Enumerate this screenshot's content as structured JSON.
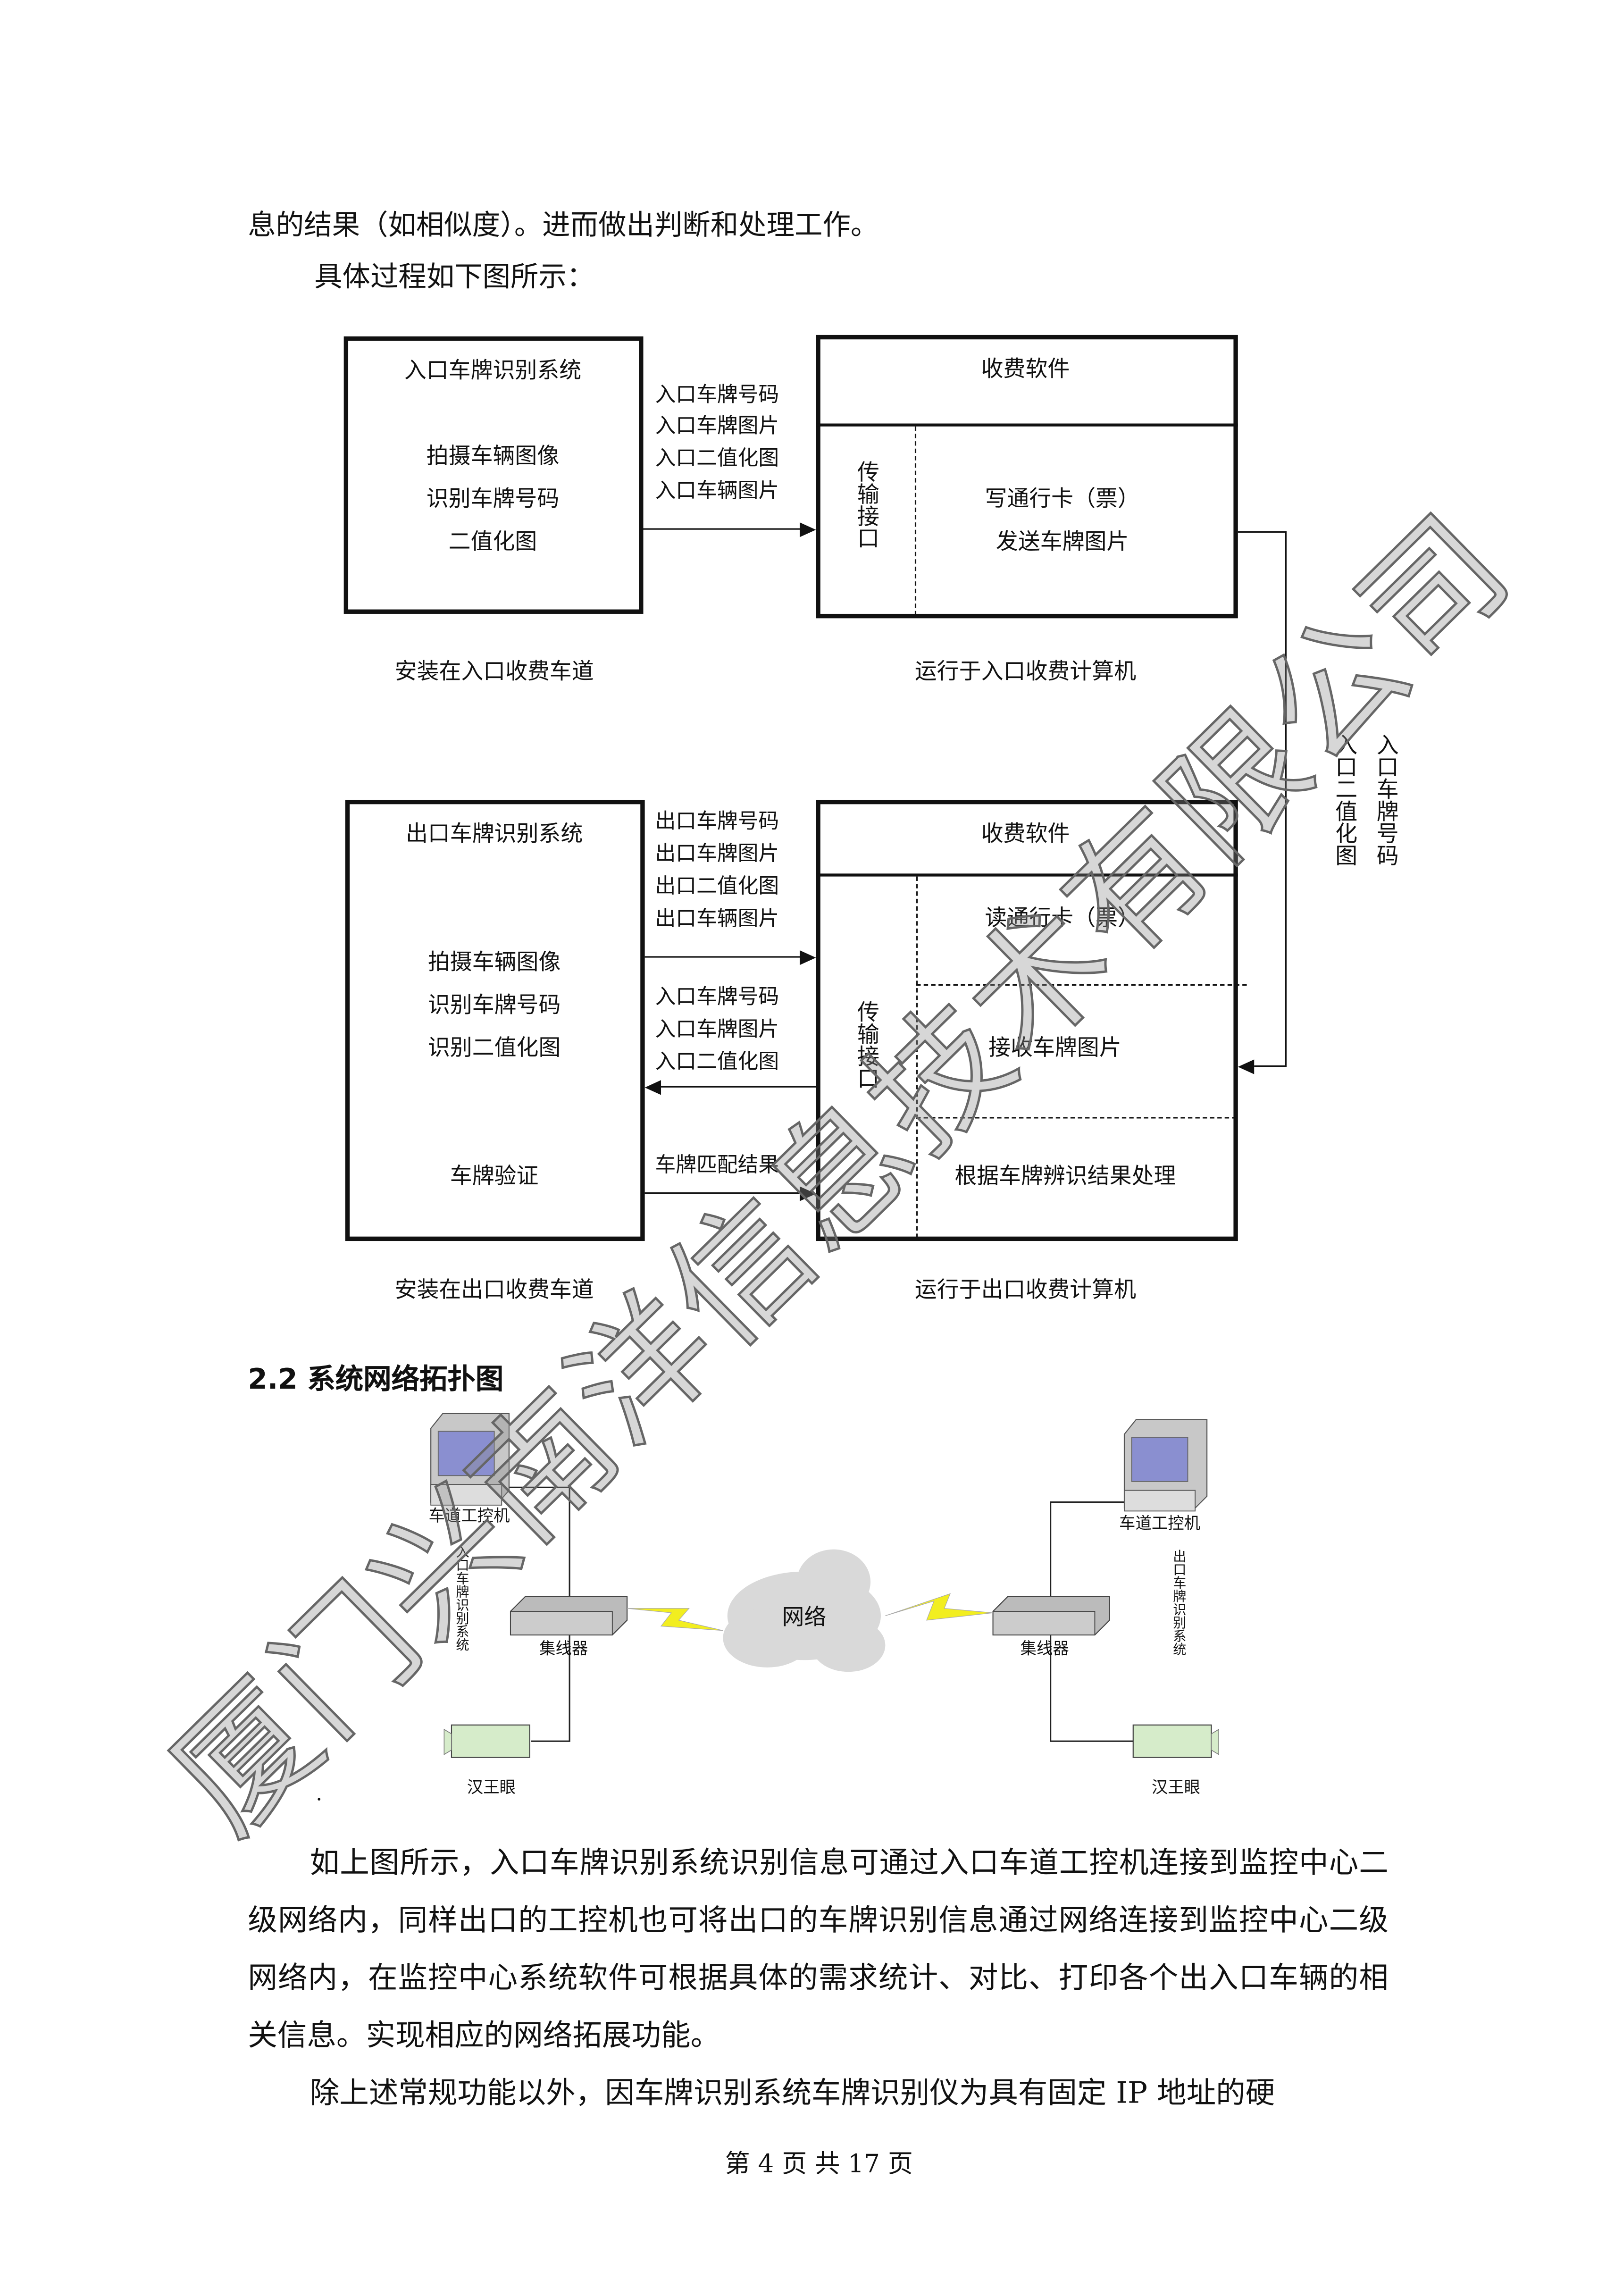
{
  "intro": {
    "line1": "息的结果（如相似度）。进而做出判断和处理工作。",
    "line2": "具体过程如下图所示："
  },
  "flow": {
    "entry_system": {
      "title": "入口车牌识别系统",
      "items": [
        "拍摄车辆图像",
        "识别车牌号码",
        "二值化图"
      ],
      "caption": "安装在入口收费车道"
    },
    "entry_arrow_labels": [
      "入口车牌号码",
      "入口车牌图片",
      "入口二值化图",
      "入口车辆图片"
    ],
    "entry_software": {
      "title": "收费软件",
      "interface": "传输接口",
      "items": [
        "写通行卡（票）",
        "发送车牌图片"
      ],
      "caption": "运行于入口收费计算机"
    },
    "side_labels": [
      "入口车牌号码",
      "入口二值化图"
    ],
    "exit_system": {
      "title": "出口车牌识别系统",
      "items": [
        "拍摄车辆图像",
        "识别车牌号码",
        "识别二值化图"
      ],
      "verify": "车牌验证",
      "caption": "安装在出口收费车道"
    },
    "exit_arrow_labels_out": [
      "出口车牌号码",
      "出口车牌图片",
      "出口二值化图",
      "出口车辆图片"
    ],
    "exit_arrow_labels_in": [
      "入口车牌号码",
      "入口车牌图片",
      "入口二值化图"
    ],
    "match_label": "车牌匹配结果",
    "exit_software": {
      "title": "收费软件",
      "interface": "传输接口",
      "read": "读通行卡（票）",
      "receive": "接收车牌图片",
      "process": "根据车牌辨识结果处理",
      "caption": "运行于出口收费计算机"
    }
  },
  "section_heading": "2.2 系统网络拓扑图",
  "network": {
    "left": {
      "computer": "车道工控机",
      "system": "入口车牌识别系统",
      "hub": "集线器",
      "camera": "汉王眼"
    },
    "cloud": "网络",
    "right": {
      "computer": "车道工控机",
      "system": "出口车牌识别系统",
      "hub": "集线器",
      "camera": "汉王眼"
    },
    "dot": "."
  },
  "paragraphs": [
    "如上图所示，入口车牌识别系统识别信息可通过入口车道工控机连接到监控中心二级网络内，同样出口的工控机也可将出口的车牌识别信息通过网络连接到监控中心二级网络内，在监控中心系统软件可根据具体的需求统计、对比、打印各个出入口车辆的相关信息。实现相应的网络拓展功能。",
    "除上述常规功能以外，因车牌识别系统车牌识别仪为具有固定 IP 地址的硬"
  ],
  "footer": "第 4 页 共 17 页",
  "watermark": "厦门兴南洋信息技术有限公司"
}
